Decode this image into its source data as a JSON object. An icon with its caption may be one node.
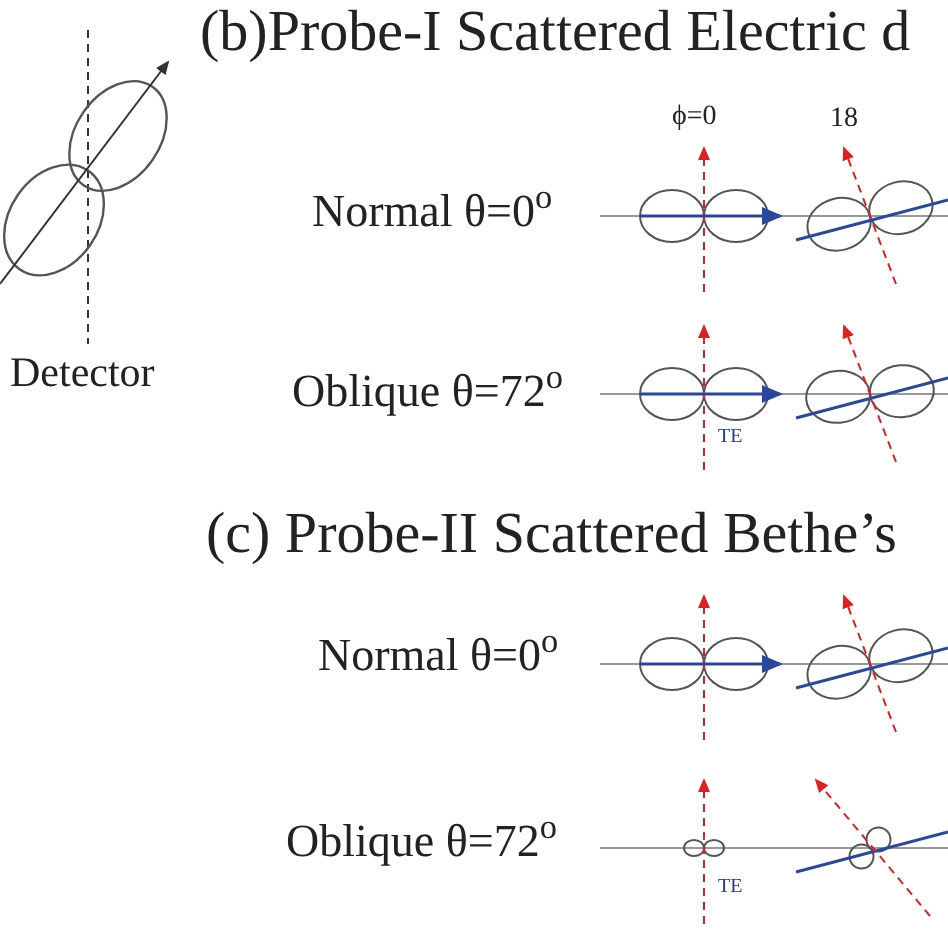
{
  "diagram": {
    "labels": [
      "(b)Probe-I  Scattered Electric d",
      "Detector",
      "ϕ=0",
      "18",
      "Normal θ=0$^{o}$",
      "Oblique θ=72$^{o}$",
      "TE",
      "(c) Probe-II Scattered Bethe’s",
      "Normal θ=0$^{o}$",
      "Oblique θ=72$^{o}$",
      "TE"
    ]
  }
}
